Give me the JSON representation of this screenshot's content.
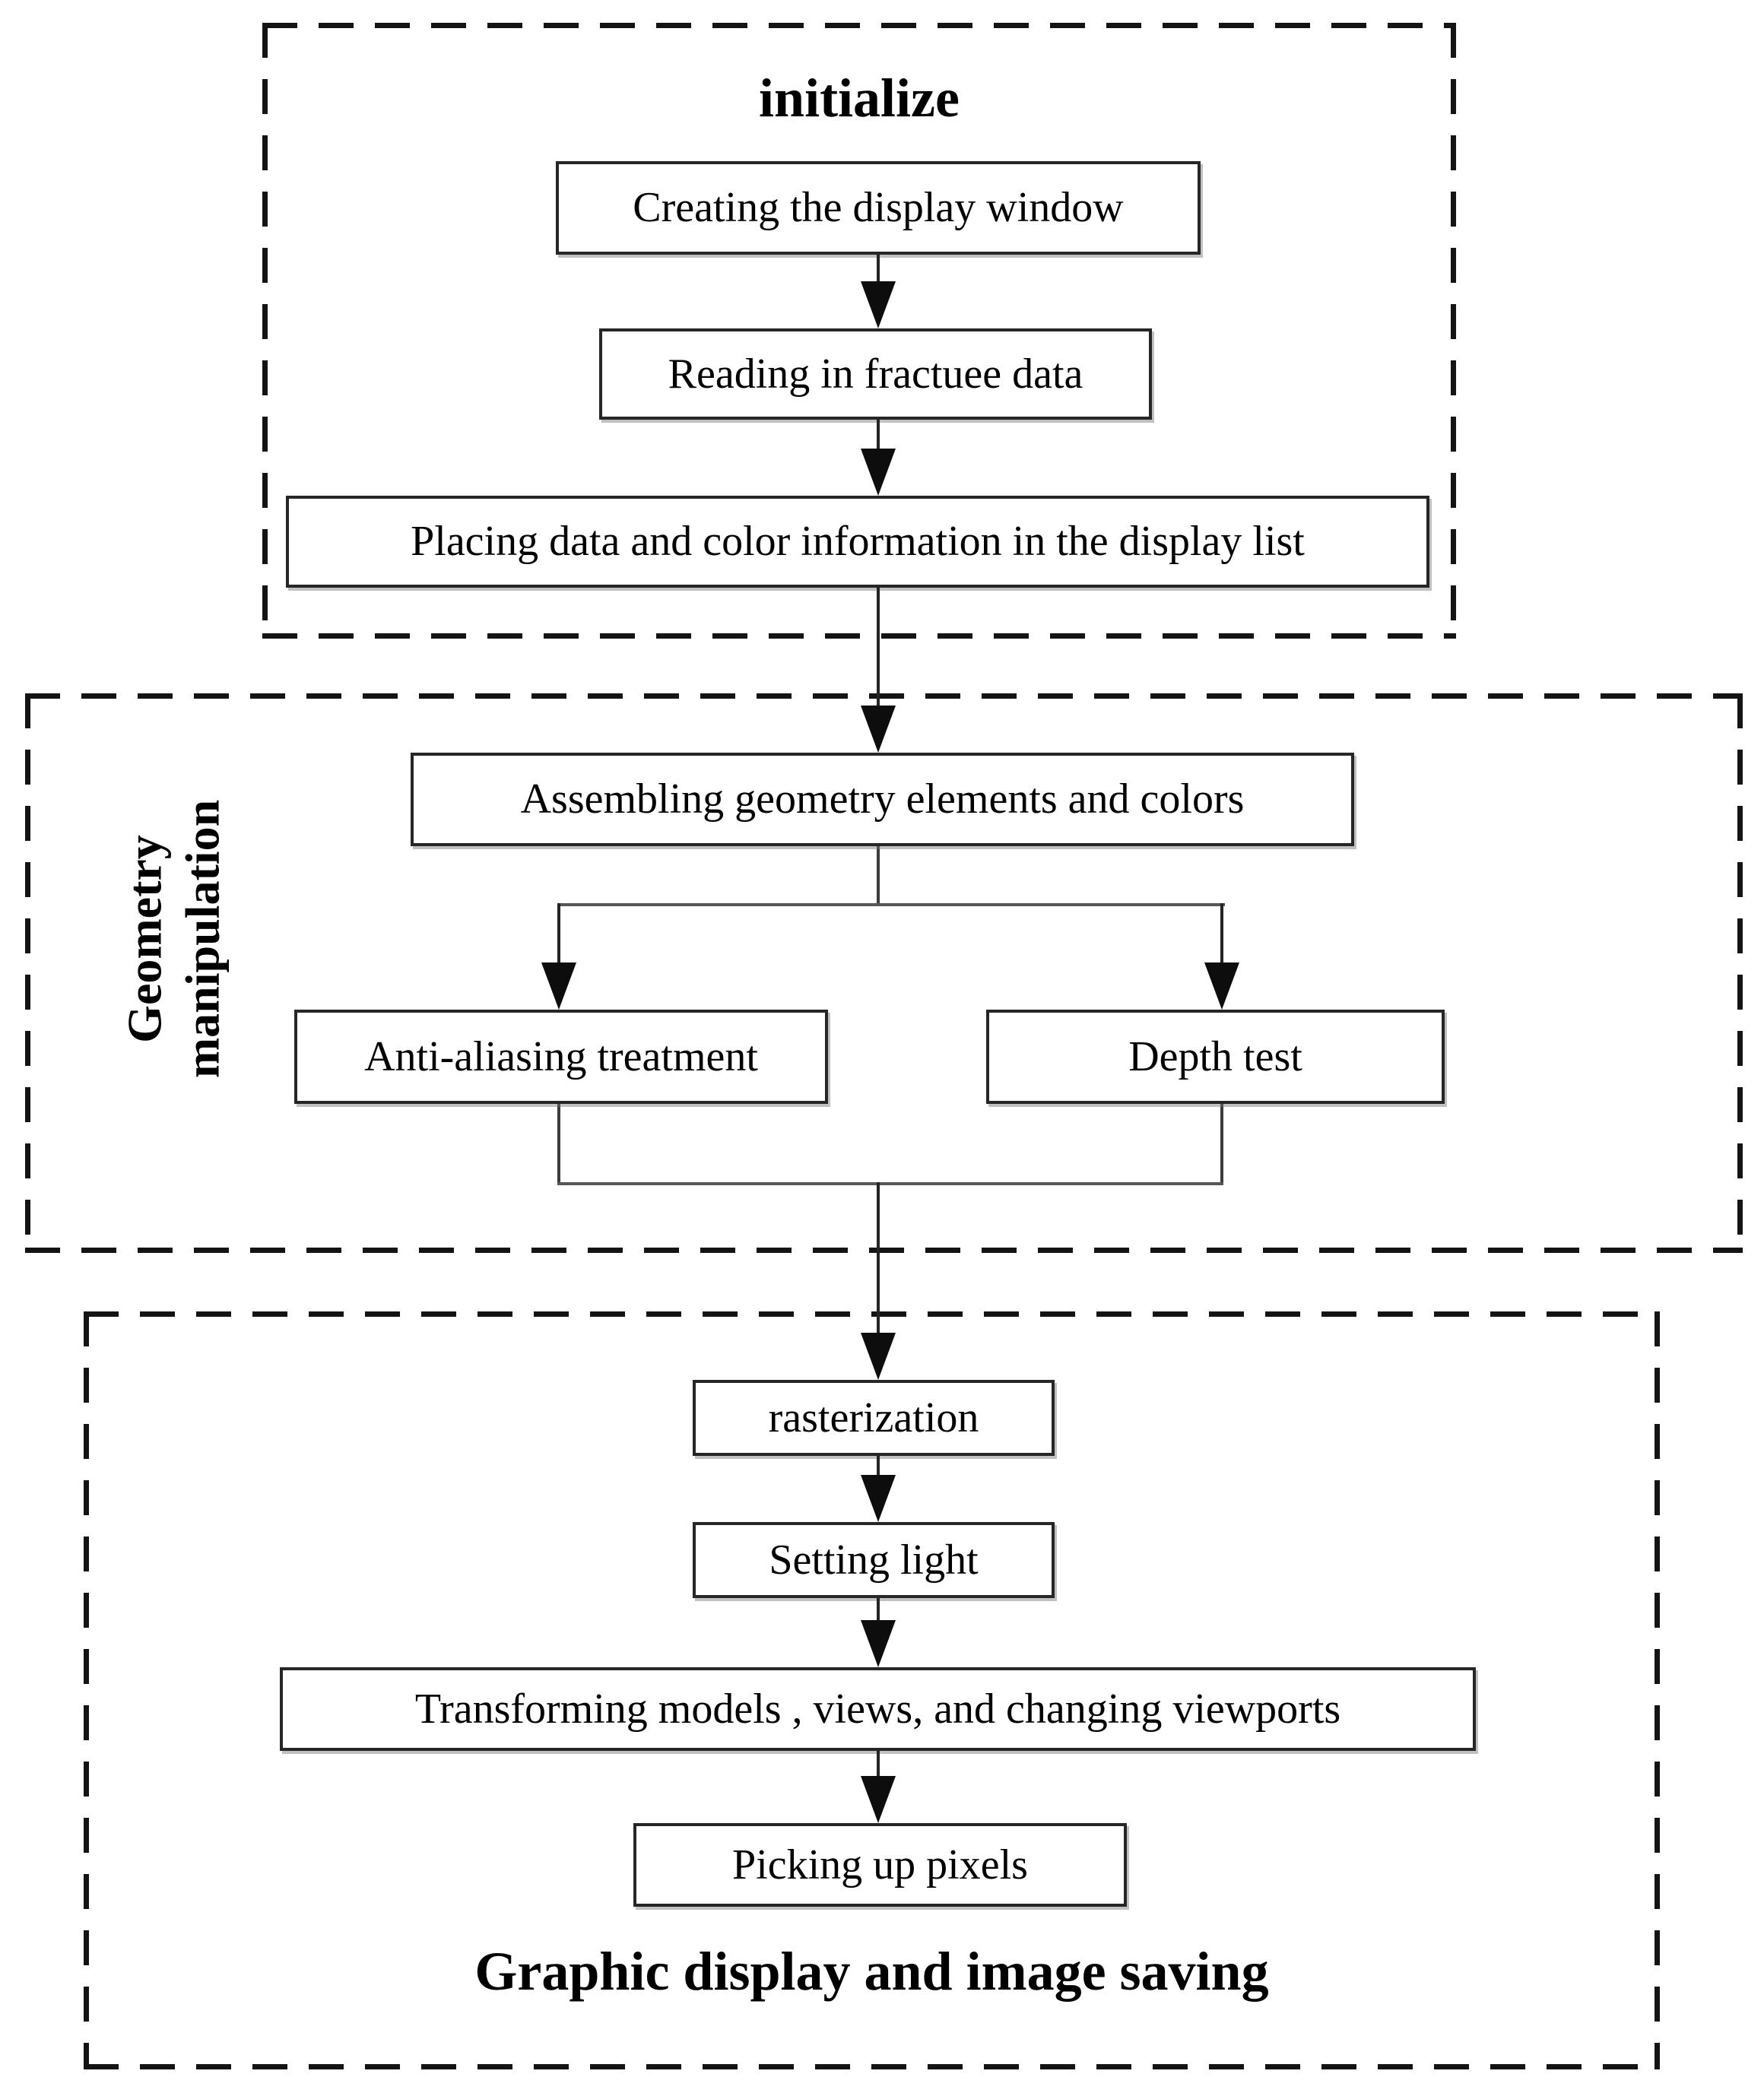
{
  "figure": {
    "background_color": "#ffffff",
    "line_color": "#2a2a2a",
    "box_border_color": "#262626",
    "dashed_border_color": "#141414",
    "arrowhead_color": "#0d0d0d"
  },
  "sections": {
    "initialize": {
      "title": "initialize",
      "boxes": {
        "create_window": "Creating the display window",
        "read_data": "Reading in fractuee data",
        "place_data": "Placing data and color information in  the display list"
      }
    },
    "geometry": {
      "label_lines": [
        "Geometry",
        "manipulation"
      ],
      "boxes": {
        "assemble": "Assembling geometry elements and colors",
        "anti_aliasing": "Anti-aliasing treatment",
        "depth_test": "Depth test"
      }
    },
    "display": {
      "title": "Graphic display and image saving",
      "boxes": {
        "rasterization": "rasterization",
        "setting_light": "Setting light",
        "transforming": "Transforming models , views, and changing viewports",
        "picking": "Picking up pixels"
      }
    }
  }
}
